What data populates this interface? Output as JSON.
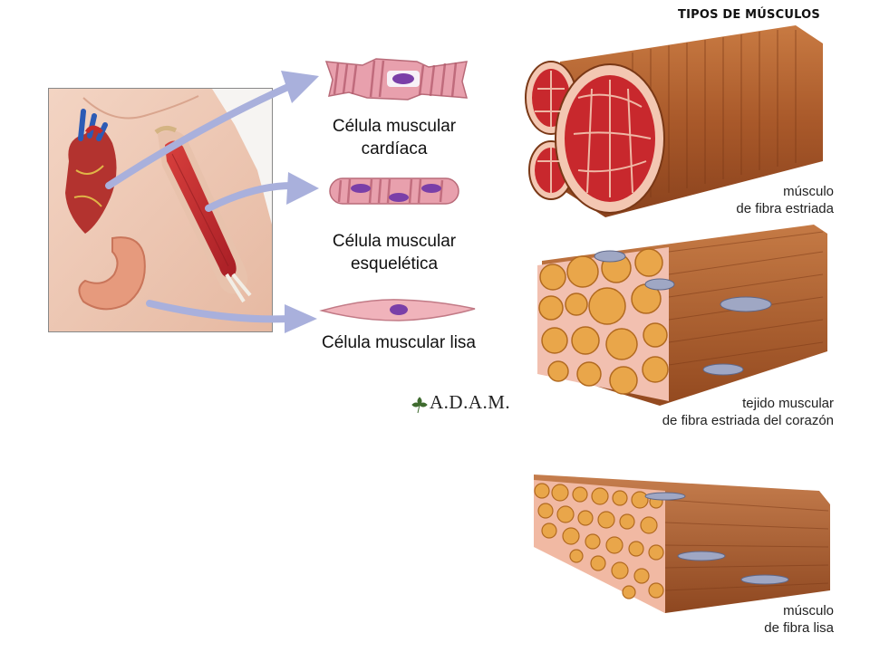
{
  "title": "TIPOS DE MÚSCULOS",
  "cells": [
    {
      "line1": "Célula muscular",
      "line2": "cardíaca"
    },
    {
      "line1": "Célula muscular",
      "line2": "esquelética"
    },
    {
      "line1": "Célula muscular lisa",
      "line2": ""
    }
  ],
  "tissues": [
    {
      "line1": "músculo",
      "line2": "de fibra estriada"
    },
    {
      "line1": "tejido muscular",
      "line2": "de fibra estriada del corazón"
    },
    {
      "line1": "músculo",
      "line2": "de fibra lisa"
    }
  ],
  "logo": {
    "text": "A.D.A.M."
  },
  "colors": {
    "arrow": "#a9b0dc",
    "muscle_brown": "#b5652f",
    "muscle_red": "#c8282d",
    "fiber_orange": "#e9a64a",
    "cell_pink": "#e8a9b4",
    "nucleus_purple": "#7a3fa8"
  }
}
